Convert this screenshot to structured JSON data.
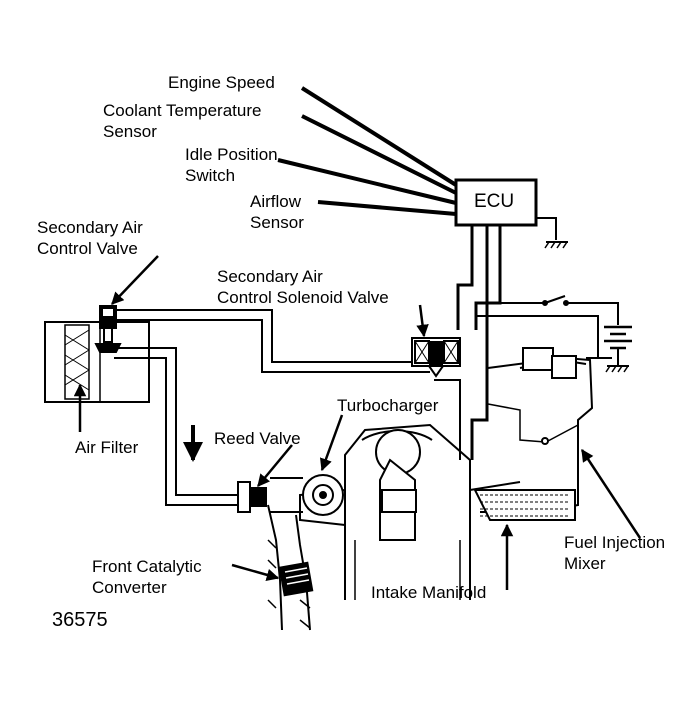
{
  "diagram": {
    "labels": {
      "engine_speed": "Engine Speed",
      "coolant_line1": "Coolant Temperature",
      "coolant_line2": "Sensor",
      "idle_line1": "Idle Position",
      "idle_line2": "Switch",
      "airflow_line1": "Airflow",
      "airflow_line2": "Sensor",
      "ecu": "ECU",
      "sec_air_valve_line1": "Secondary Air",
      "sec_air_valve_line2": "Control Valve",
      "solenoid_line1": "Secondary Air",
      "solenoid_line2": "Control Solenoid Valve",
      "turbocharger": "Turbocharger",
      "reed_valve": "Reed Valve",
      "air_filter": "Air Filter",
      "fuel_inj_line1": "Fuel Injection",
      "fuel_inj_line2": "Mixer",
      "catalytic_line1": "Front Catalytic",
      "catalytic_line2": "Converter",
      "intake_manifold": "Intake Manifold",
      "figure_number": "36575"
    }
  }
}
